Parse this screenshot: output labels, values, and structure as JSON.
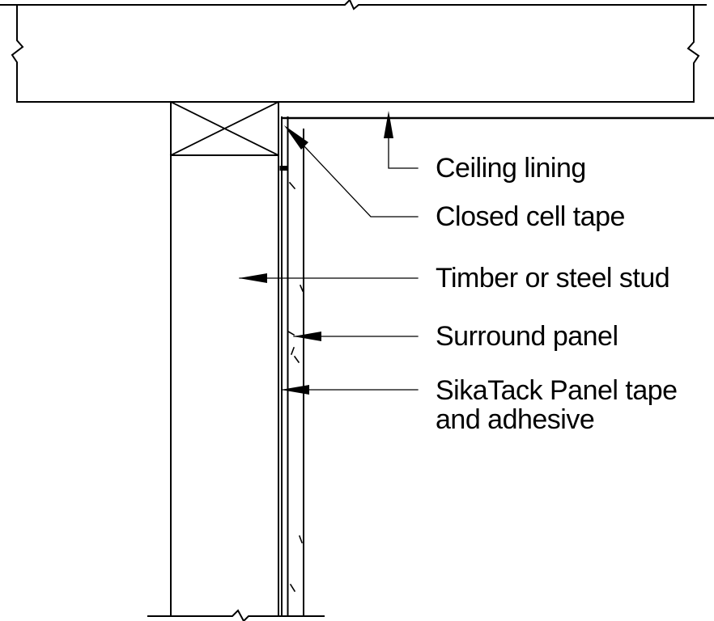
{
  "drawing": {
    "type": "construction-detail-section",
    "colors": {
      "line": "#000000",
      "background": "#ffffff",
      "text": "#000000"
    },
    "annotations": [
      {
        "id": "ceiling-lining",
        "label": "Ceiling lining"
      },
      {
        "id": "closed-cell-tape",
        "label": "Closed cell tape"
      },
      {
        "id": "timber-or-steel-stud",
        "label": "Timber or steel stud"
      },
      {
        "id": "surround-panel",
        "label": "Surround panel"
      },
      {
        "id": "sikatack-panel-tape-and-adhesive",
        "label": "SikaTack Panel tape",
        "label_line2": "and adhesive"
      }
    ]
  }
}
